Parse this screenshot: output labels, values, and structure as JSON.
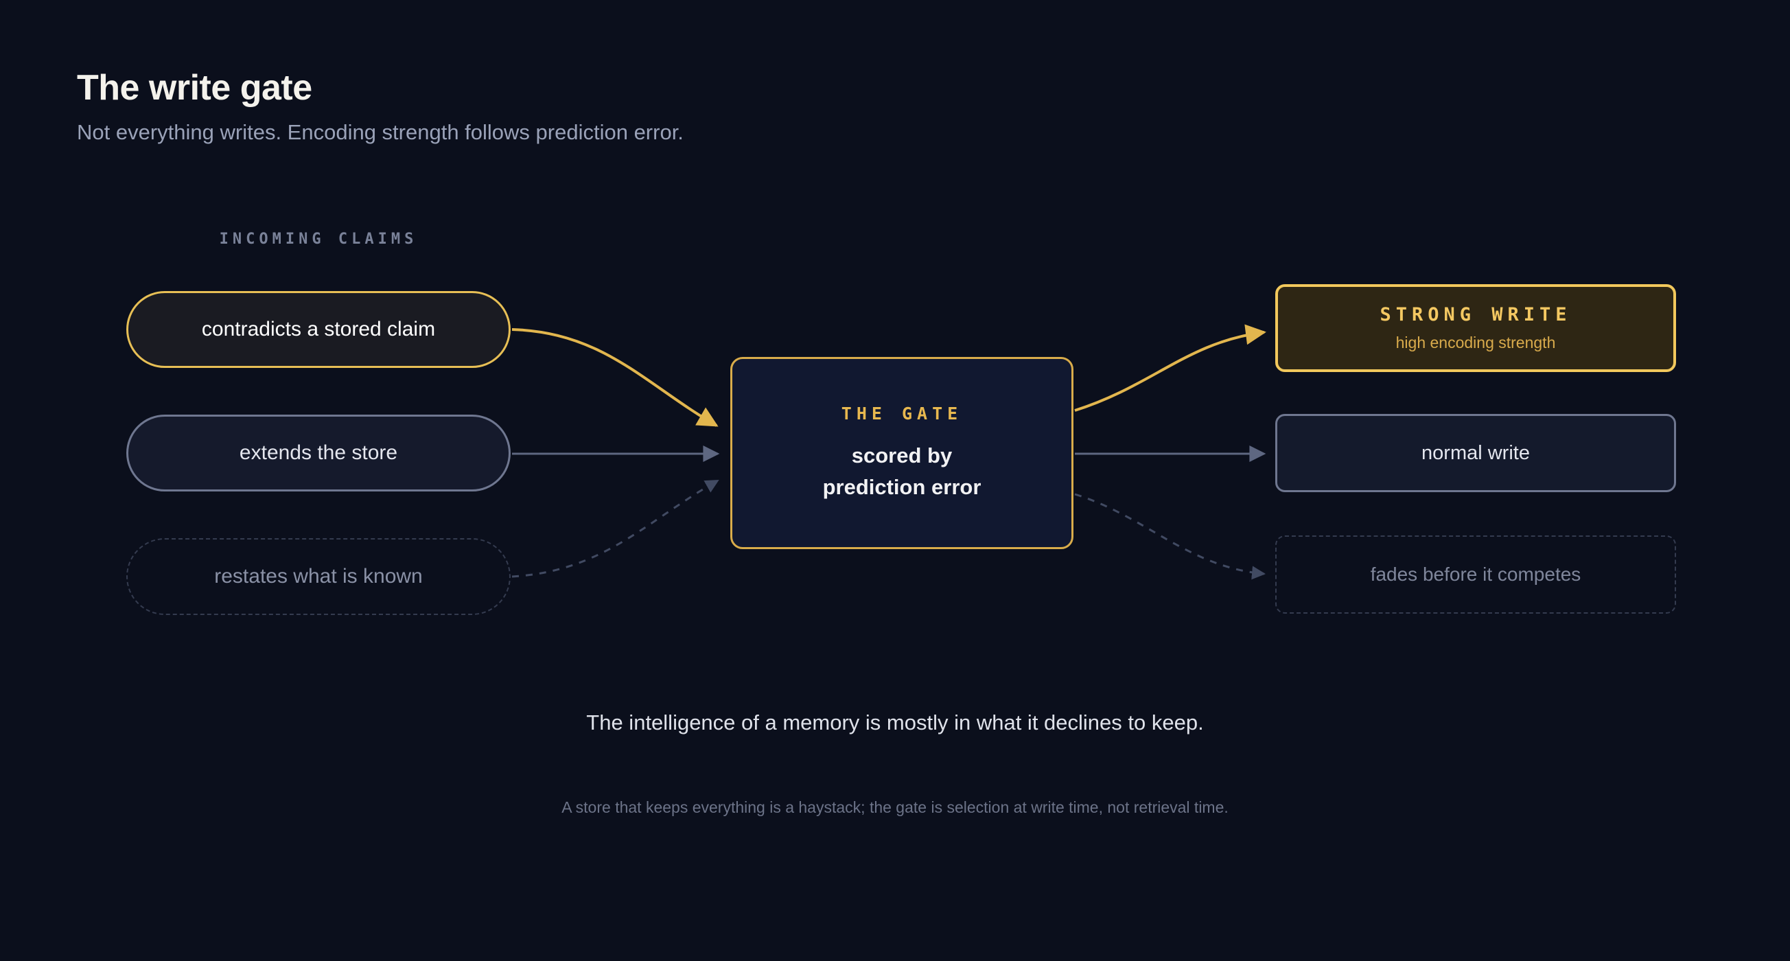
{
  "header": {
    "title": "The write gate",
    "subtitle": "Not everything writes. Encoding strength follows prediction error."
  },
  "inputs": {
    "label": "INCOMING CLAIMS",
    "items": [
      {
        "label": "contradicts a stored claim"
      },
      {
        "label": "extends the store"
      },
      {
        "label": "restates what is known"
      }
    ]
  },
  "gate": {
    "label": "THE GATE",
    "text": "scored by prediction error"
  },
  "outputs": {
    "strong": {
      "title": "STRONG WRITE",
      "subtitle": "high encoding strength"
    },
    "normal": {
      "label": "normal write"
    },
    "fades": {
      "label": "fades before it competes"
    }
  },
  "caption": "The intelligence of a memory is mostly in what it declines to keep.",
  "footnote": "A store that keeps everything is a haystack; the gate is selection at write time, not retrieval time.",
  "colors": {
    "background": "#0b0f1c",
    "accent_gold": "#e7bf55",
    "neutral_stroke": "#6f7790",
    "faint_stroke": "#343b4f"
  }
}
